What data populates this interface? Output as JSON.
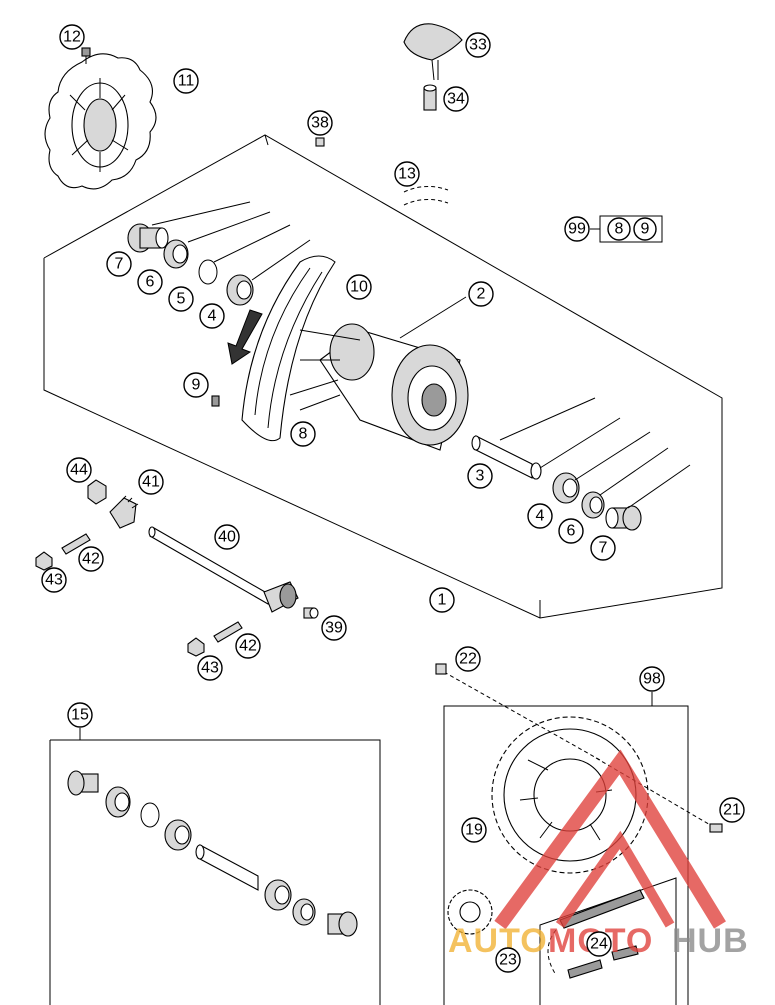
{
  "callouts": {
    "c1": "1",
    "c2": "2",
    "c3": "3",
    "c4a": "4",
    "c4b": "4",
    "c5": "5",
    "c6a": "6",
    "c6b": "6",
    "c7a": "7",
    "c7b": "7",
    "c8": "8",
    "c9": "9",
    "c10": "10",
    "c11": "11",
    "c12": "12",
    "c13": "13",
    "c15": "15",
    "c19": "19",
    "c21": "21",
    "c22": "22",
    "c23": "23",
    "c24": "24",
    "c33": "33",
    "c34": "34",
    "c38": "38",
    "c39": "39",
    "c40": "40",
    "c41": "41",
    "c42a": "42",
    "c42b": "42",
    "c43a": "43",
    "c43b": "43",
    "c44": "44",
    "c98": "98"
  },
  "kit": {
    "label": "99",
    "items": [
      "8",
      "9"
    ]
  },
  "watermark": {
    "part1": "AUTO",
    "part2": "MOTO",
    "part3": "HUB",
    "color_red": "#e0403a",
    "color_orange": "#f2b233",
    "color_grey": "#8a8a8a"
  }
}
